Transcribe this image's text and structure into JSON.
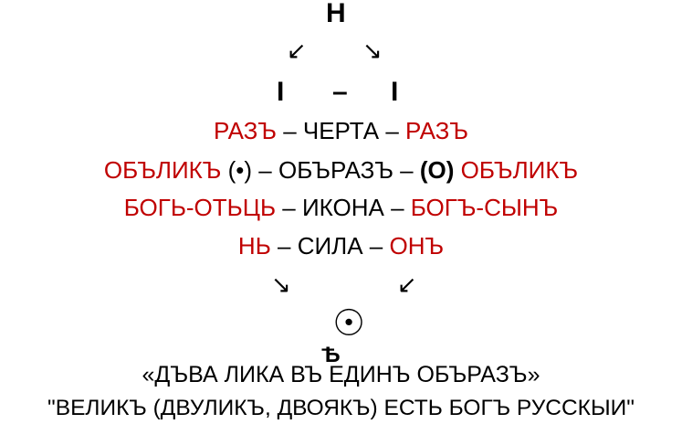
{
  "top_symbol": "Н",
  "arrows_top": [
    "↙",
    "↘"
  ],
  "row_i": {
    "left": "I",
    "dash": "–",
    "right": "I"
  },
  "rows": [
    {
      "left": "РАЗЪ",
      "sep1": " – ",
      "middle": "ЧЕРТА",
      "sep2": " – ",
      "right": "РАЗЪ"
    },
    {
      "left": "ОБЪЛИКЪ",
      "left_mark": "(•)",
      "sep1": " – ",
      "middle": "ОБЪРАЗЪ",
      "sep2": " – ",
      "right_mark": "(О)",
      "right": "ОБЪЛИКЪ"
    },
    {
      "left": "БОГЬ-ОТЬЦЬ",
      "sep1": " – ",
      "middle": "ИКОНА",
      "sep2": " – ",
      "right": "БОГЪ-СЫНЪ"
    },
    {
      "left": "НЬ",
      "sep1": " – ",
      "middle": "СИЛА",
      "sep2": " – ",
      "right": "ОНЪ"
    }
  ],
  "arrows_bottom": [
    "↘",
    "↙"
  ],
  "bottom_symbol": "☉",
  "bottom_subsymbol": "Ѣ",
  "quote1": "«ДЪВА ЛИКА ВЪ ЕДИНЪ ОБЪРАЗЪ»",
  "quote2": "\"ВЕЛИКЪ (ДВУЛИКЪ, ДВОЯКЪ) ЕСТЬ БОГЪ РУССКЫИ\"",
  "colors": {
    "accent": "#c00000",
    "text": "#000000"
  }
}
